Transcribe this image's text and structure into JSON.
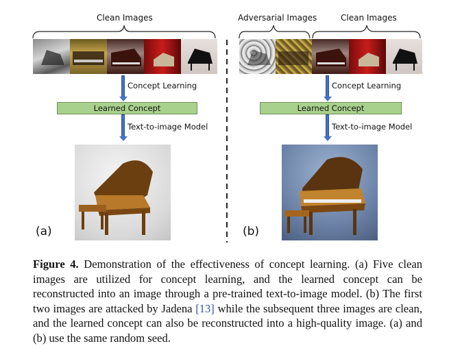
{
  "panel_a": {
    "brace_label": "Clean Images",
    "step1": "Concept Learning",
    "concept_box": "Learned Concept",
    "step2": "Text-to-image Model",
    "label": "(a)"
  },
  "panel_b": {
    "brace_label_adv": "Adversarial Images",
    "brace_label_clean": "Clean Images",
    "step1": "Concept Learning",
    "concept_box": "Learned Concept",
    "step2": "Text-to-image Model",
    "label": "(b)"
  },
  "caption": {
    "figure_label": "Figure 4.",
    "text_before_cite": " Demonstration of the effectiveness of concept learning. (a) Five clean images are utilized for concept learning, and the learned concept can be reconstructed into an image through a pre-trained text-to-image model. (b) The first two images are attacked by Jadena ",
    "cite": "[13]",
    "text_after_cite": " while the subsequent three images are clean, and the learned concept can also be reconstructed into a high-quality image. (a) and (b) use the same random seed."
  },
  "colors": {
    "concept_box": "#a9d18e",
    "arrow": "#4472c4",
    "citation": "#2f55a4"
  }
}
